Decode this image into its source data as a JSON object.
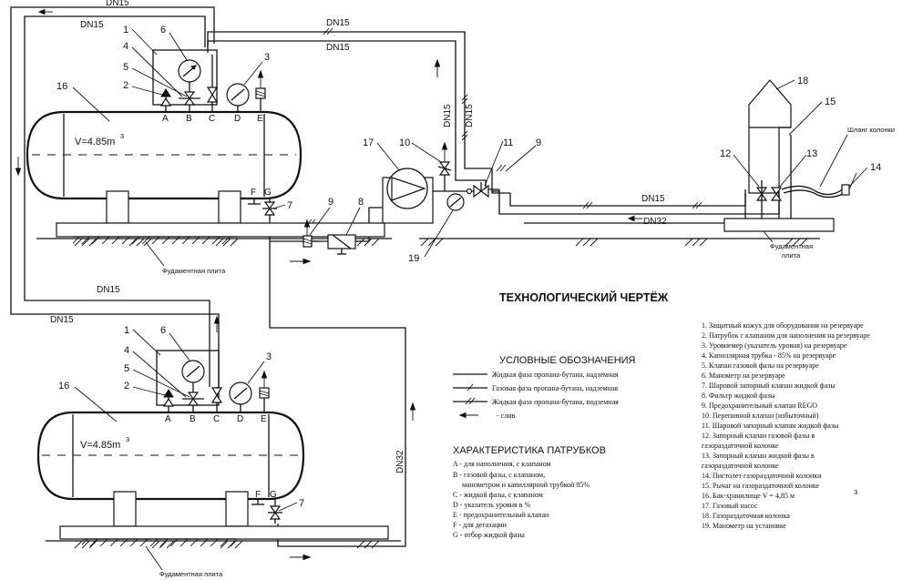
{
  "title": "ТЕХНОЛОГИЧЕСКИЙ ЧЕРТЁЖ",
  "pipe_labels": {
    "dn15": "DN15",
    "dn32": "DN32"
  },
  "tank_volume": "V=4.85m",
  "tank_volume_sup": "3",
  "nozzle_letters": [
    "A",
    "B",
    "C",
    "D",
    "E",
    "F",
    "G"
  ],
  "foundation_label": "Фудаментная плита",
  "foundation_right_label_l1": "Фудаментная",
  "foundation_right_label_l2": "плита",
  "hose_label": "Шланг колонки",
  "callout_numbers": [
    "1",
    "2",
    "3",
    "4",
    "5",
    "6",
    "7",
    "8",
    "9",
    "10",
    "11",
    "12",
    "13",
    "14",
    "15",
    "16",
    "17",
    "18",
    "19"
  ],
  "legend": {
    "title": "УСЛОВНЫЕ ОБОЗНАЧЕНИЯ",
    "items": [
      "Жидкая фаза пропана-бутана, надземная",
      "Газовая фаза пропана-бутана, надземная",
      "Жидкая фаза пропана-бутана, подземная",
      "- слив"
    ]
  },
  "nozzles": {
    "title": "ХАРАКТЕРИСТИКА ПАТРУБКОВ",
    "items": [
      "A - для наполнения, с клапаном",
      "B - газовой фазы, с клапаном,",
      "манометром и капиллярной трубкой 85%",
      "C - жидкой фазы, с клапаном",
      "D - указатель уровня в %",
      "E - предохранительный клапан",
      "F - для дегазации",
      "G - отбор жидкой фазы"
    ]
  },
  "components": [
    "1.   Защитный кожух для оборудования на резервуаре",
    "2.   Патрубок с клапаном для наполнения  на резервуаре",
    "3.   Уровнемер (указатель уровня) на резервуаре",
    "4.   Капиллярная трубка - 85% на резервуаре",
    "5.   Клапан газовой фазы на резервуаре",
    "6.   Манометр на резервуаре",
    "7.   Шаровой запорный клапан жидкой фазы",
    "8.   Фильтр жидкой фазы",
    "9.   Предохранительный клапан REGO",
    "10.  Перепивной клапан (избыточный)",
    "11.  Шаровой запорный клапан жидкой фазы",
    "12.  Запорный клапан газовой фазы в",
    "       газораздаточной колонке",
    "13.  Запорный клапан жидкой фазы в",
    "       газораздаточной колонке",
    "14.  Пистолет газораздаточной колонки",
    "15.  Рычаг на газораздаточной колонке",
    "16.  Бак-хранилище V = 4,85 м",
    "17.  Газовый насос",
    "18.  Газораздаточная колонка",
    "19.  Манометр на установке"
  ],
  "components_sup": "3"
}
